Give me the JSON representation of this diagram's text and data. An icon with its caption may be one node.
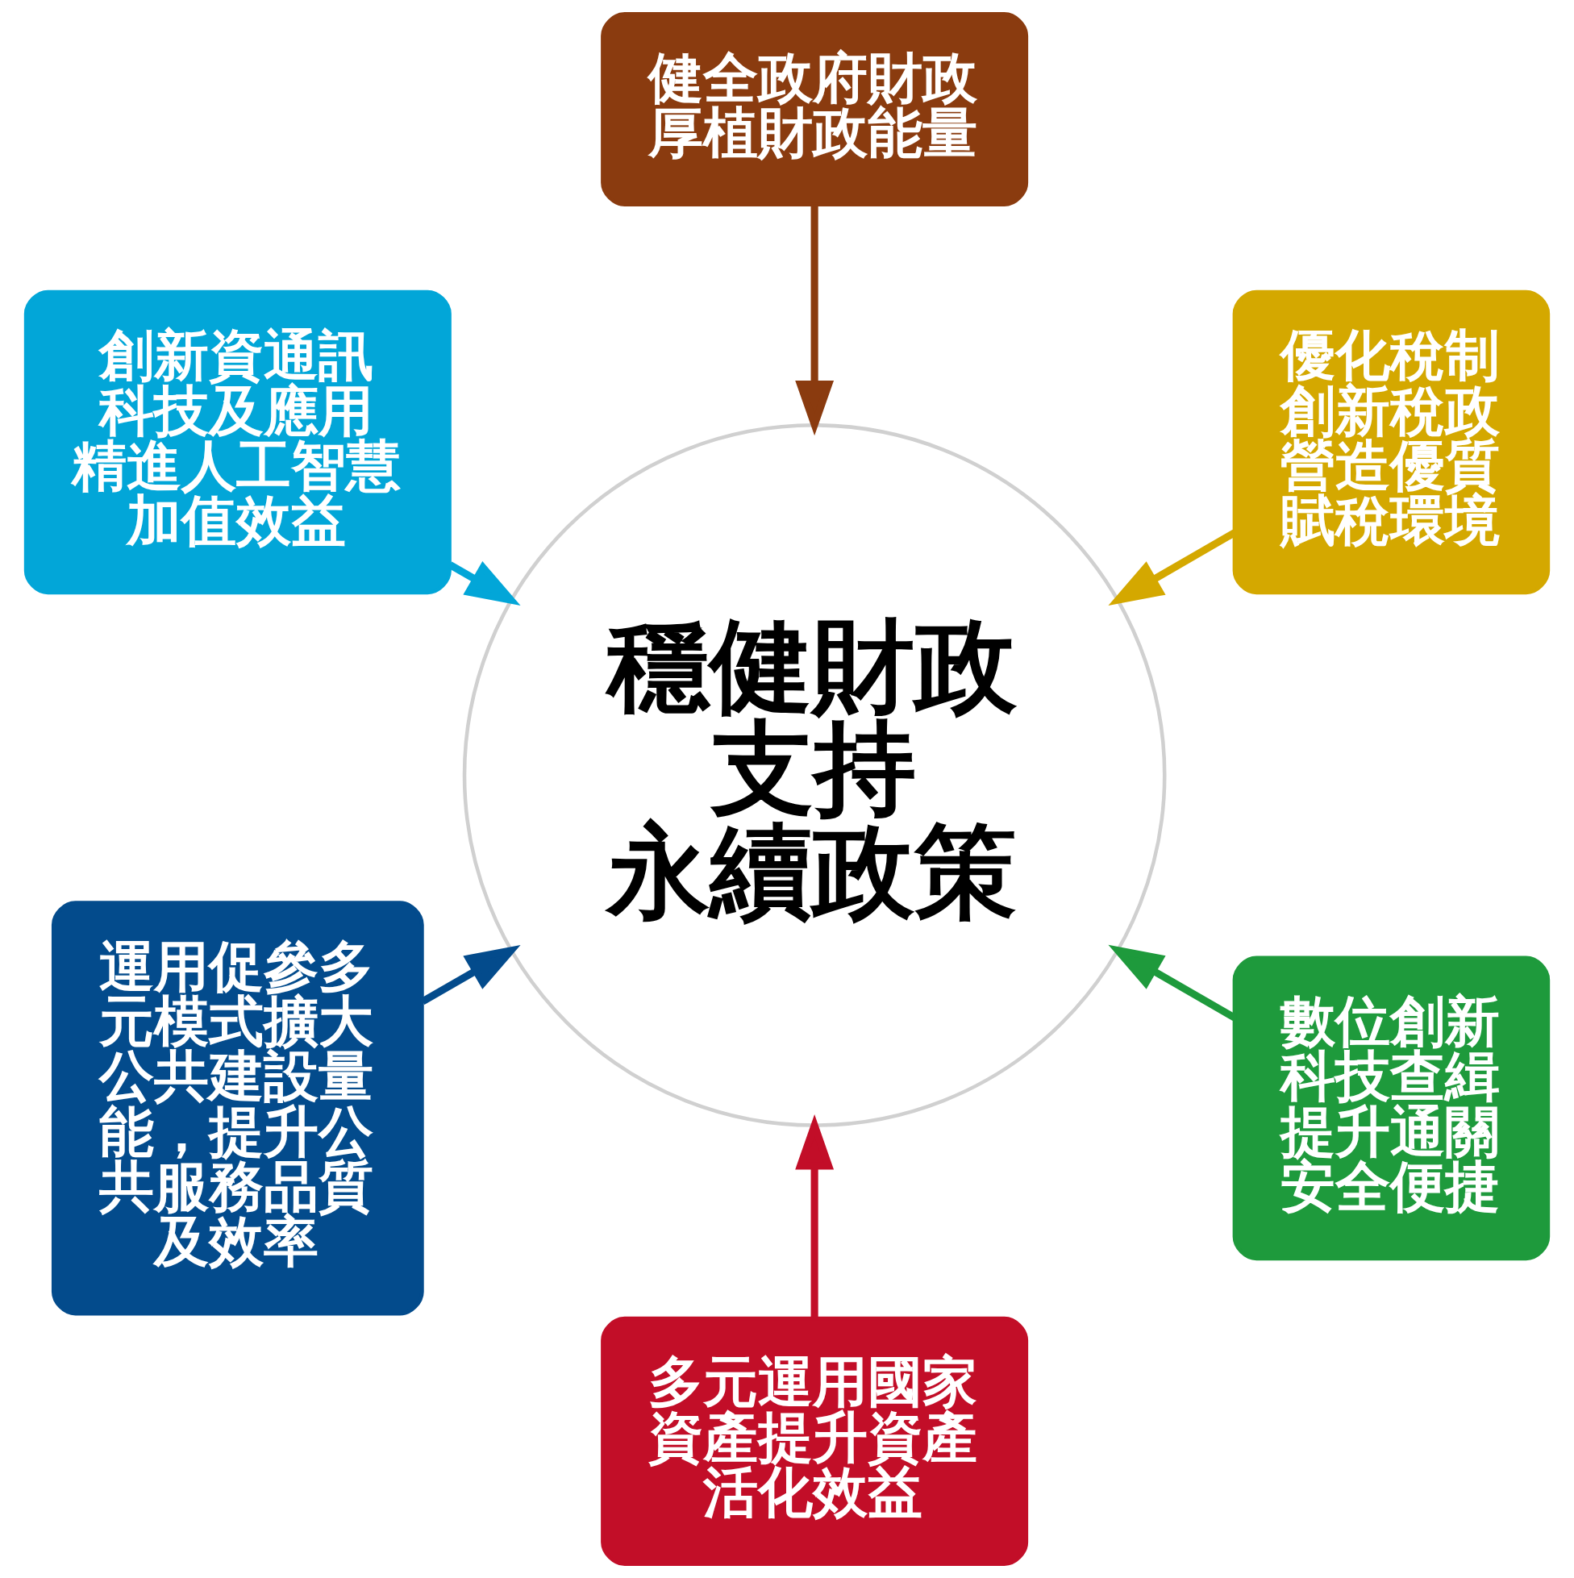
{
  "diagram": {
    "nodes": [
      {
        "text": [
          "創新資通訊科技及應用精進人工智慧加值效益"
        ]
      },
      {
        "text": [
          "健全政府財政厚植財政能量"
        ]
      },
      {
        "text": [
          "運用促參多元模式擴大公共建設量能，提升公共服務品質及效率"
        ]
      },
      {
        "text": [
          "穩健財政支持永續政策"
        ]
      },
      {
        "text": [
          "優化稅制創新稅政營造優質賦稅環境"
        ]
      },
      {
        "text": [
          "多元運用國家資產提升資產活化效益"
        ]
      },
      {
        "text": [
          "數位創新科技查緝提升通關安全便捷"
        ]
      }
    ],
    "edges": [
      {
        "from": 0,
        "to": 3,
        "arrow": "to",
        "color": "#02a6d8"
      },
      {
        "from": 1,
        "to": 3,
        "arrow": "to",
        "color": "#8a3b0f"
      },
      {
        "from": 4,
        "to": 3,
        "arrow": "to",
        "color": "#d4a800"
      },
      {
        "from": 6,
        "to": 3,
        "arrow": "to",
        "color": "#1e9a3c"
      },
      {
        "from": 5,
        "to": 3,
        "arrow": "to",
        "color": "#c20e28"
      },
      {
        "from": 2,
        "to": 3,
        "arrow": "to",
        "color": "#034b8c"
      }
    ]
  }
}
